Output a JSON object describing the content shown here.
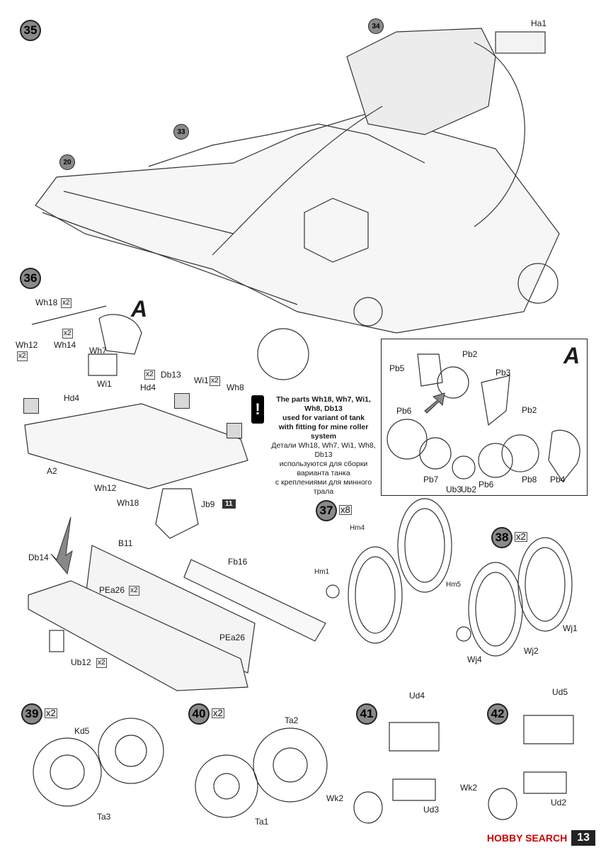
{
  "steps": {
    "s35": "35",
    "s36": "36",
    "s37": "37",
    "s38": "38",
    "s39": "39",
    "s40": "40",
    "s41": "41",
    "s42": "42",
    "ref34": "34",
    "ref33": "33",
    "ref20": "20"
  },
  "quantities": {
    "x2": "x2",
    "x8": "x8"
  },
  "labels": {
    "Ha1": "Ha1",
    "Wh18": "Wh18",
    "Wh12": "Wh12",
    "Wh14": "Wh14",
    "Wh7": "Wh7",
    "Wi1": "Wi1",
    "Hd4": "Hd4",
    "Db13": "Db13",
    "Wh8": "Wh8",
    "A2": "A2",
    "Jb9": "Jb9",
    "B11": "B11",
    "Db14": "Db14",
    "PEa26": "PEa26",
    "Fb16": "Fb16",
    "Ub12": "Ub12",
    "Pb5": "Pb5",
    "Pb2": "Pb2",
    "Pb3": "Pb3",
    "Pb6": "Pb6",
    "Pb7": "Pb7",
    "Pb8": "Pb8",
    "Pb4": "Pb4",
    "Ub3": "Ub3",
    "Ub2": "Ub2",
    "Hm1": "Hm1",
    "Hm4": "Hm4",
    "Hm5": "Hm5",
    "Wj1": "Wj1",
    "Wj2": "Wj2",
    "Wj4": "Wj4",
    "Kd5": "Kd5",
    "Ta3": "Ta3",
    "Ta2": "Ta2",
    "Ta1": "Ta1",
    "Ud4": "Ud4",
    "Ud3": "Ud3",
    "Ud5": "Ud5",
    "Ud2": "Ud2",
    "Wk2": "Wk2",
    "A": "A",
    "tag11": "11"
  },
  "note": {
    "en_line1": "The parts Wh18, Wh7, Wi1, Wh8, Db13",
    "en_line2": "used for variant of tank",
    "en_line3": "with fitting for mine roller system",
    "ru_line1": "Детали Wh18, Wh7, Wi1, Wh8, Db13",
    "ru_line2": "используются для сборки варианта танка",
    "ru_line3": "с креплениями для минного трала",
    "warn_symbol": "!"
  },
  "footer": {
    "brand": "HOBBY SEARCH",
    "page": "13"
  }
}
